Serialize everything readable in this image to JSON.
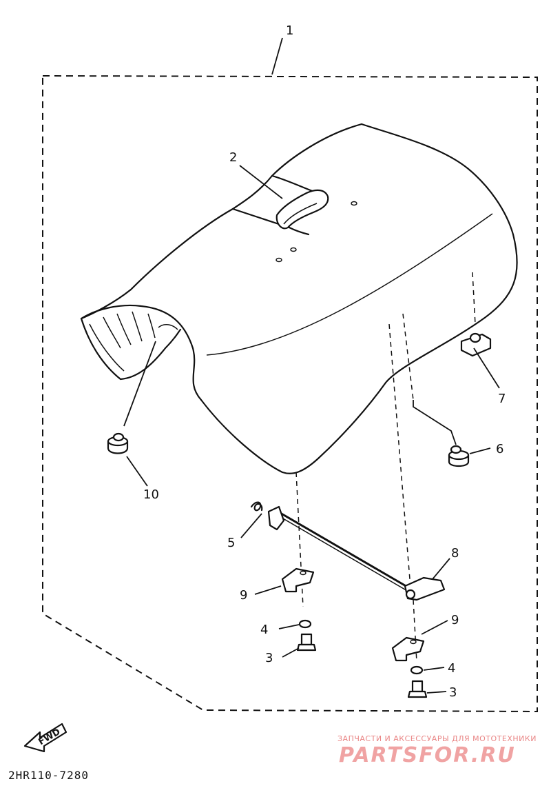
{
  "diagram": {
    "callouts": {
      "c1": "1",
      "c2": "2",
      "c3a": "3",
      "c3b": "3",
      "c4a": "4",
      "c4b": "4",
      "c5": "5",
      "c6": "6",
      "c7": "7",
      "c8": "8",
      "c9a": "9",
      "c9b": "9",
      "c10": "10"
    },
    "fwd_label": "FWD",
    "reference_code": "2HR110-7280"
  },
  "watermark": {
    "tagline": "ЗАПЧАСТИ И АКСЕССУАРЫ ДЛЯ МОТОТЕХНИКИ",
    "brand": "PARTSFOR.RU"
  }
}
